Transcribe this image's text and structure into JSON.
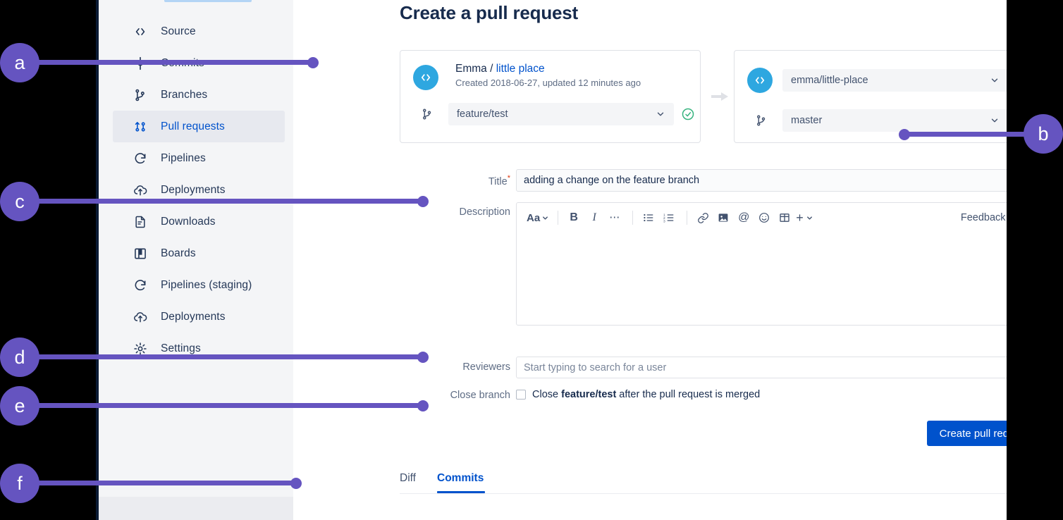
{
  "app": {
    "page_title": "Create a pull request"
  },
  "sidebar": {
    "items": [
      {
        "label": "Source",
        "icon": "code-brackets-icon",
        "active": false
      },
      {
        "label": "Commits",
        "icon": "commits-icon",
        "active": false
      },
      {
        "label": "Branches",
        "icon": "branches-icon",
        "active": false
      },
      {
        "label": "Pull requests",
        "icon": "pull-request-icon",
        "active": true
      },
      {
        "label": "Pipelines",
        "icon": "pipelines-icon",
        "active": false
      },
      {
        "label": "Deployments",
        "icon": "deployments-icon",
        "active": false
      },
      {
        "label": "Downloads",
        "icon": "downloads-icon",
        "active": false
      },
      {
        "label": "Boards",
        "icon": "boards-icon",
        "active": false
      },
      {
        "label": "Pipelines (staging)",
        "icon": "pipelines-icon",
        "active": false
      },
      {
        "label": "Deployments",
        "icon": "deployments-icon",
        "active": false
      },
      {
        "label": "Settings",
        "icon": "gear-icon",
        "active": false
      }
    ]
  },
  "source_card": {
    "avatar_glyph": "</>",
    "owner": "Emma",
    "separator": " / ",
    "repo": "little place",
    "meta": "Created 2018-06-27, updated 12 minutes ago",
    "branch_value": "feature/test",
    "status": "valid"
  },
  "destination_card": {
    "avatar_glyph": "</>",
    "repo_value": "emma/little-place",
    "branch_value": "master",
    "status": "valid"
  },
  "form": {
    "title_label": "Title",
    "title_required_mark": "*",
    "title_value": "adding a change on the feature branch",
    "description_label": "Description",
    "description_value": "",
    "reviewers_label": "Reviewers",
    "reviewers_placeholder": "Start typing to search for a user",
    "close_branch_label": "Close branch",
    "close_branch_checked": false,
    "close_text_prefix": "Close ",
    "close_text_branch": "feature/test",
    "close_text_suffix": " after the pull request is merged",
    "submit_label": "Create pull request"
  },
  "editor_toolbar": {
    "buttons": [
      {
        "name": "text-style-icon",
        "glyph": "Aa"
      },
      {
        "name": "bold-icon",
        "glyph": "B"
      },
      {
        "name": "italic-icon",
        "glyph": "I"
      },
      {
        "name": "more-formatting-icon",
        "glyph": "…"
      },
      {
        "name": "bullet-list-icon",
        "glyph": ""
      },
      {
        "name": "numbered-list-icon",
        "glyph": ""
      },
      {
        "name": "link-icon",
        "glyph": ""
      },
      {
        "name": "image-icon",
        "glyph": ""
      },
      {
        "name": "mention-icon",
        "glyph": "@"
      },
      {
        "name": "emoji-icon",
        "glyph": ""
      },
      {
        "name": "table-icon",
        "glyph": ""
      },
      {
        "name": "insert-more-icon",
        "glyph": "+"
      }
    ],
    "feedback_label": "Feedback",
    "help_label": "?"
  },
  "tabs": [
    {
      "label": "Diff",
      "active": false
    },
    {
      "label": "Commits",
      "active": true
    }
  ],
  "annotations": {
    "accent_color": "#6554c0",
    "badges": [
      {
        "label": "a"
      },
      {
        "label": "b"
      },
      {
        "label": "c"
      },
      {
        "label": "d"
      },
      {
        "label": "e"
      },
      {
        "label": "f"
      }
    ]
  },
  "colors": {
    "brand_blue": "#0052cc",
    "avatar_blue": "#2ea7e0",
    "success_green": "#36b37e",
    "annotation_purple": "#6554c0",
    "required_red": "#de350b",
    "sidebar_bg": "#f4f5f7",
    "page_bg": "#000000"
  }
}
